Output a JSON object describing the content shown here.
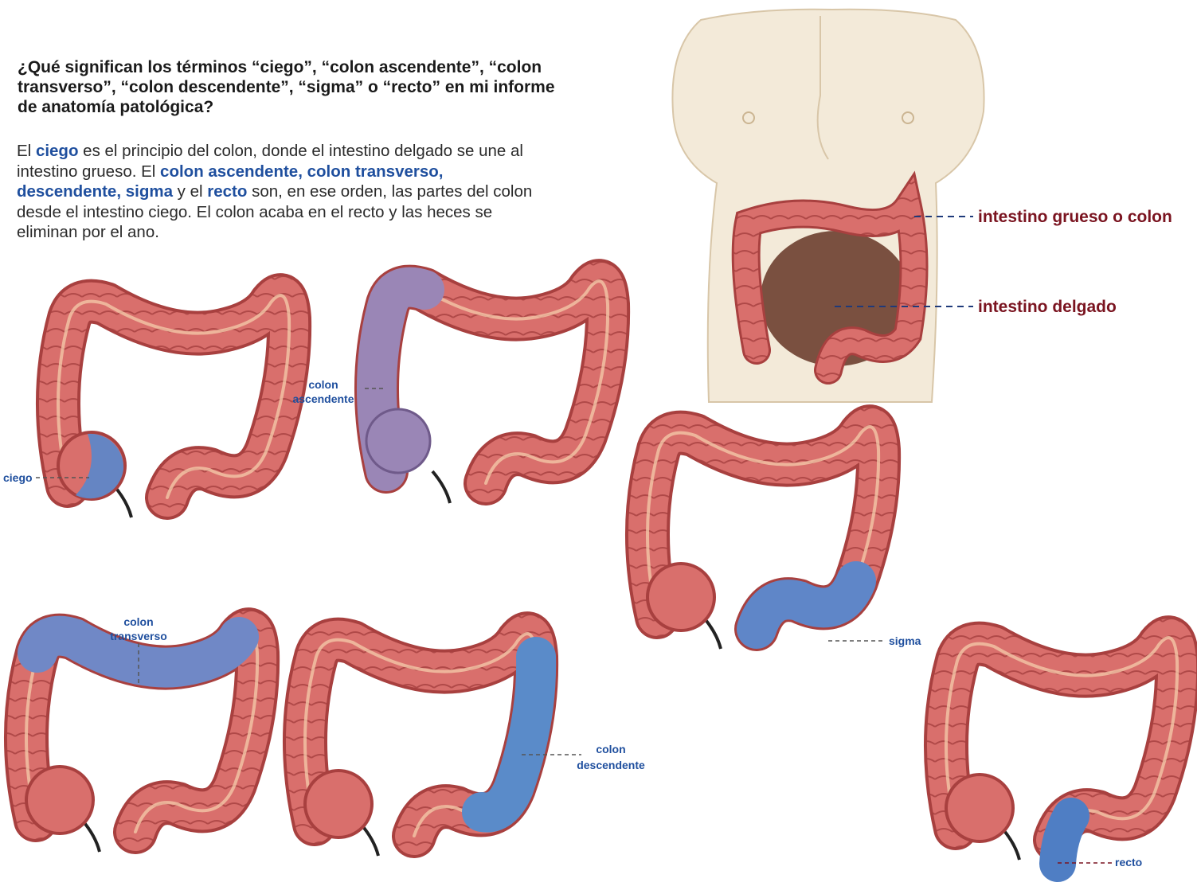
{
  "question": "¿Qué significan los términos “ciego”, “colon ascendente”, “colon transverso”, “colon descendente”, “sigma” o “recto” en mi informe de anatomía patológica?",
  "explanation": {
    "p1": "El ",
    "ciego": "ciego",
    "p2": " es el principio del colon, donde el intestino delgado se une al intestino grueso. El ",
    "ascendente_transverso": "colon ascendente,  colon transverso, descendente,",
    "sigma": "sigma",
    "p3": " y el ",
    "recto": "recto",
    "p4": " son, en ese orden, las partes del colon desde el intestino ciego. El colon acaba en el recto y las heces se eliminan por el ano."
  },
  "torso_labels": {
    "large": "intestino grueso o colon",
    "small": "intestino delgado"
  },
  "labels": {
    "ciego": "ciego",
    "ascendente_1": "colon",
    "ascendente_2": "ascendente",
    "transverso_1": "colon",
    "transverso_2": "transverso",
    "descendente_1": "colon",
    "descendente_2": "descendente",
    "sigma": "sigma",
    "recto": "recto"
  },
  "colors": {
    "colon": "#d96f6c",
    "colon_dark": "#a8403f",
    "highlight": "#5f86c8",
    "ascending_highlight": "#9a86b6",
    "skin": "#f3ead9",
    "small_intestine": "#7a5040",
    "label_blue": "#1f4f9e",
    "label_red": "#7a1420"
  }
}
